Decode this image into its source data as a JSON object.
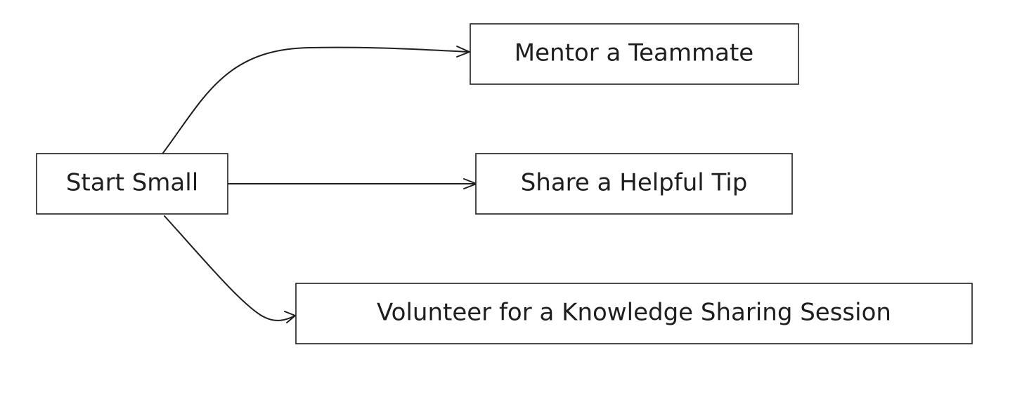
{
  "diagram": {
    "colors": {
      "stroke": "#1e1e1e",
      "background": "#ffffff"
    },
    "nodes": {
      "start": {
        "label": "Start Small"
      },
      "mentor": {
        "label": "Mentor a Teammate"
      },
      "tip": {
        "label": "Share a Helpful Tip"
      },
      "volunteer": {
        "label": "Volunteer for a Knowledge Sharing Session"
      }
    },
    "edges": [
      {
        "from": "start",
        "to": "mentor"
      },
      {
        "from": "start",
        "to": "tip"
      },
      {
        "from": "start",
        "to": "volunteer"
      }
    ]
  }
}
